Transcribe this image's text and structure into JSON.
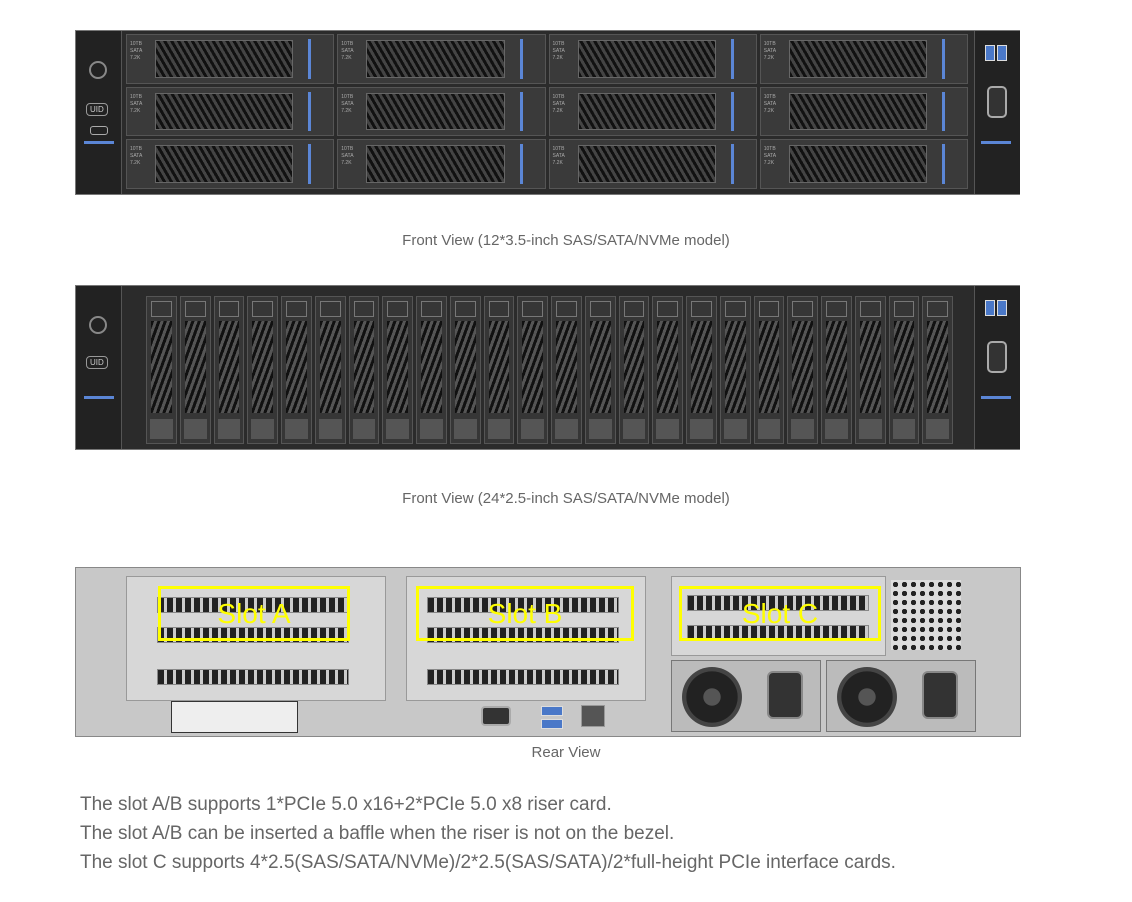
{
  "views": {
    "front_12": {
      "caption": "Front View  (12*3.5-inch SAS/SATA/NVMe model)",
      "drive_count": 12,
      "drive_rows": 3,
      "drive_cols": 4,
      "drive_label": [
        "10TB",
        "SATA",
        "7.2K"
      ],
      "uid_label": "UID"
    },
    "front_24": {
      "caption": "Front View  (24*2.5-inch SAS/SATA/NVMe model)",
      "drive_count": 24,
      "uid_label": "UID"
    },
    "rear": {
      "caption": "Rear View",
      "slots": [
        {
          "label": "Slot A"
        },
        {
          "label": "Slot B"
        },
        {
          "label": "Slot C"
        }
      ],
      "highlight_color": "#ffff00"
    }
  },
  "notes": [
    "The slot A/B supports 1*PCIe 5.0 x16+2*PCIe 5.0 x8 riser card.",
    "The slot A/B can be inserted a baffle when the riser is not on the bezel.",
    "The slot C supports 4*2.5(SAS/SATA/NVMe)/2*2.5(SAS/SATA)/2*full-height PCIe interface cards."
  ]
}
